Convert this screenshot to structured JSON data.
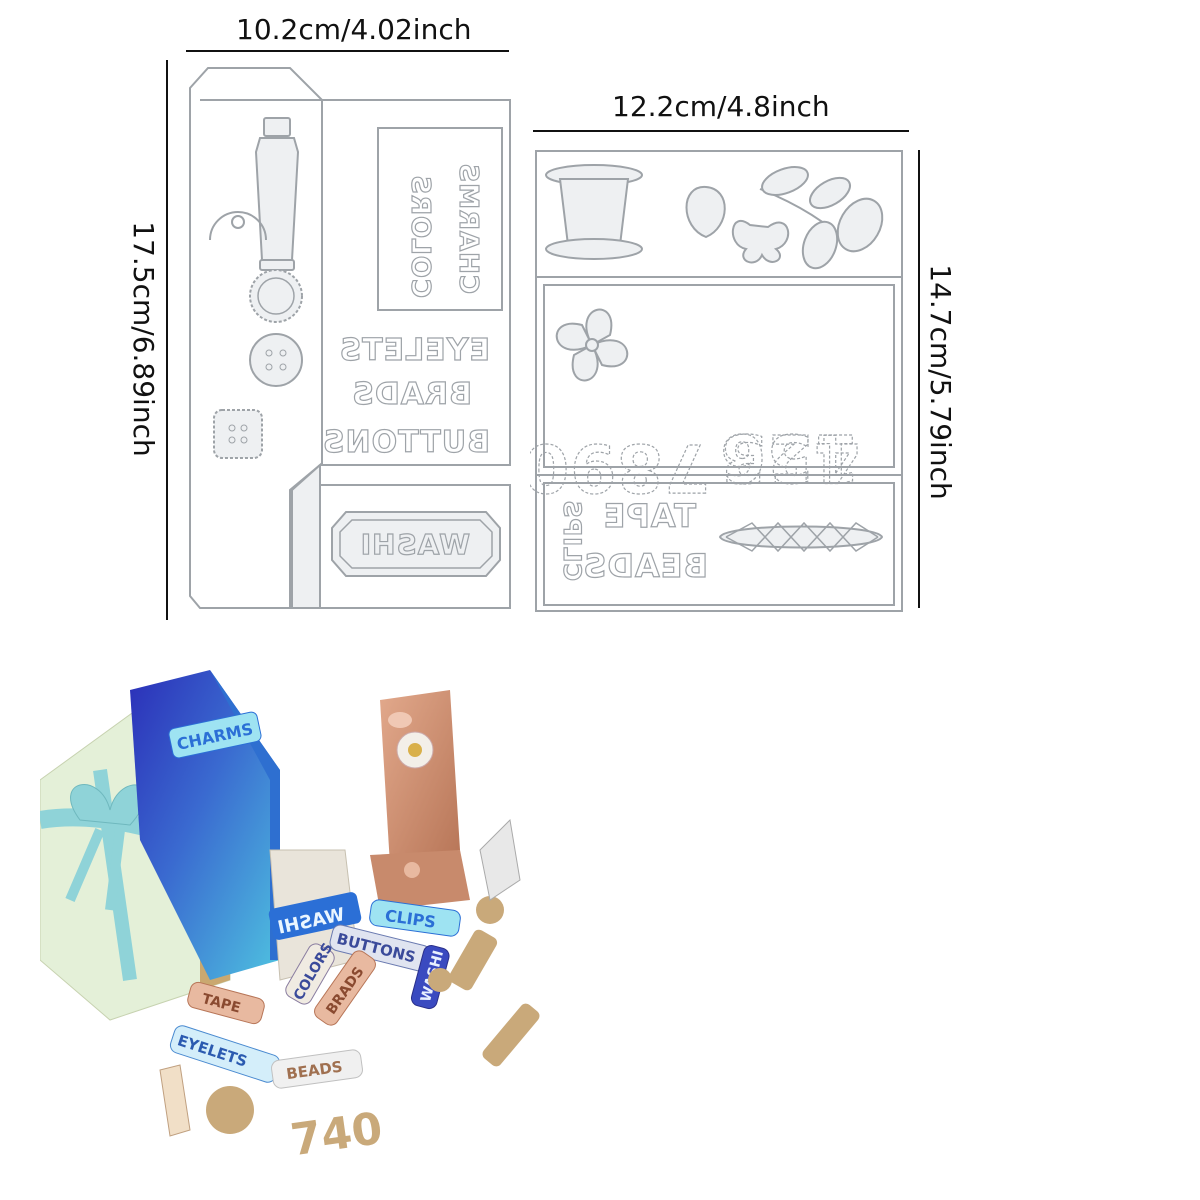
{
  "dimensions": {
    "top_left_width": "10.2cm/4.02inch",
    "left_height": "17.5cm/6.89inch",
    "right_width": "12.2cm/4.8inch",
    "right_height": "14.7cm/5.79inch"
  },
  "left_die_words": {
    "charms": "CHARMS",
    "colors": "COLORS",
    "eyelets": "EYELETS",
    "brads": "BRADS",
    "buttons": "BUTTONS",
    "washi": "WASHI"
  },
  "right_die_words": {
    "clips": "CLIPS",
    "tape": "TAPE",
    "beads": "BEADS"
  },
  "right_die_numbers": [
    "1",
    "2",
    "3",
    "4",
    "5",
    "6",
    "7",
    "8",
    "9",
    "0"
  ],
  "photo_labels": {
    "charms": "CHARMS",
    "washi": "WASHI",
    "clips": "CLIPS",
    "buttons": "BUTTONS",
    "colors": "COLORS",
    "brads": "BRADS",
    "tape": "TAPE",
    "eyelets": "EYELETS",
    "beads": "BEADS",
    "numbers": "740"
  },
  "colors": {
    "metal": "#d9dcdf",
    "metal_edge": "#9ea3a8",
    "blue_dark": "#2b2fb8",
    "blue_light": "#4fc3e0",
    "copper": "#d49578",
    "kraft": "#c9a97a",
    "ribbon": "#8fd3d8"
  }
}
